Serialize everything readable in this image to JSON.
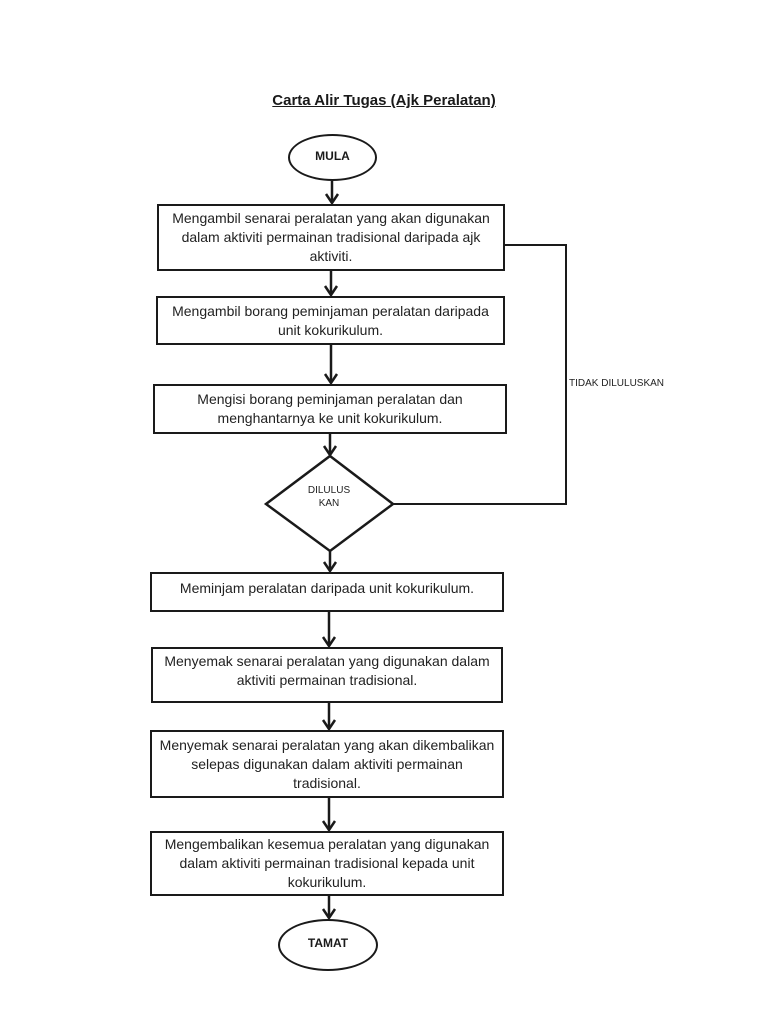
{
  "title": "Carta Alir Tugas (Ajk Peralatan)",
  "start": "MULA",
  "steps": [
    {
      "lines": [
        "Mengambil senarai peralatan yang akan digunakan",
        "dalam aktiviti permainan tradisional daripada ajk",
        "aktiviti."
      ]
    },
    {
      "lines": [
        "Mengambil borang peminjaman peralatan daripada",
        "unit kokurikulum."
      ]
    },
    {
      "lines": [
        "Mengisi borang peminjaman peralatan dan",
        "menghantarnya ke unit kokurikulum."
      ]
    },
    {
      "lines": [
        "Meminjam peralatan daripada unit kokurikulum."
      ]
    },
    {
      "lines": [
        "Menyemak senarai peralatan yang digunakan dalam",
        "aktiviti permainan tradisional."
      ]
    },
    {
      "lines": [
        "Menyemak senarai peralatan yang akan dikembalikan",
        "selepas digunakan dalam aktiviti permainan",
        "tradisional."
      ]
    },
    {
      "lines": [
        "Mengembalikan kesemua peralatan yang digunakan",
        "dalam aktiviti permainan tradisional kepada unit",
        "kokurikulum."
      ]
    }
  ],
  "decision": {
    "lines": [
      "DILULUS",
      "KAN"
    ]
  },
  "rejected_label": "TIDAK DILULUSKAN",
  "end": "TAMAT",
  "colors": {
    "stroke": "#1a1a1a",
    "background": "#ffffff"
  }
}
